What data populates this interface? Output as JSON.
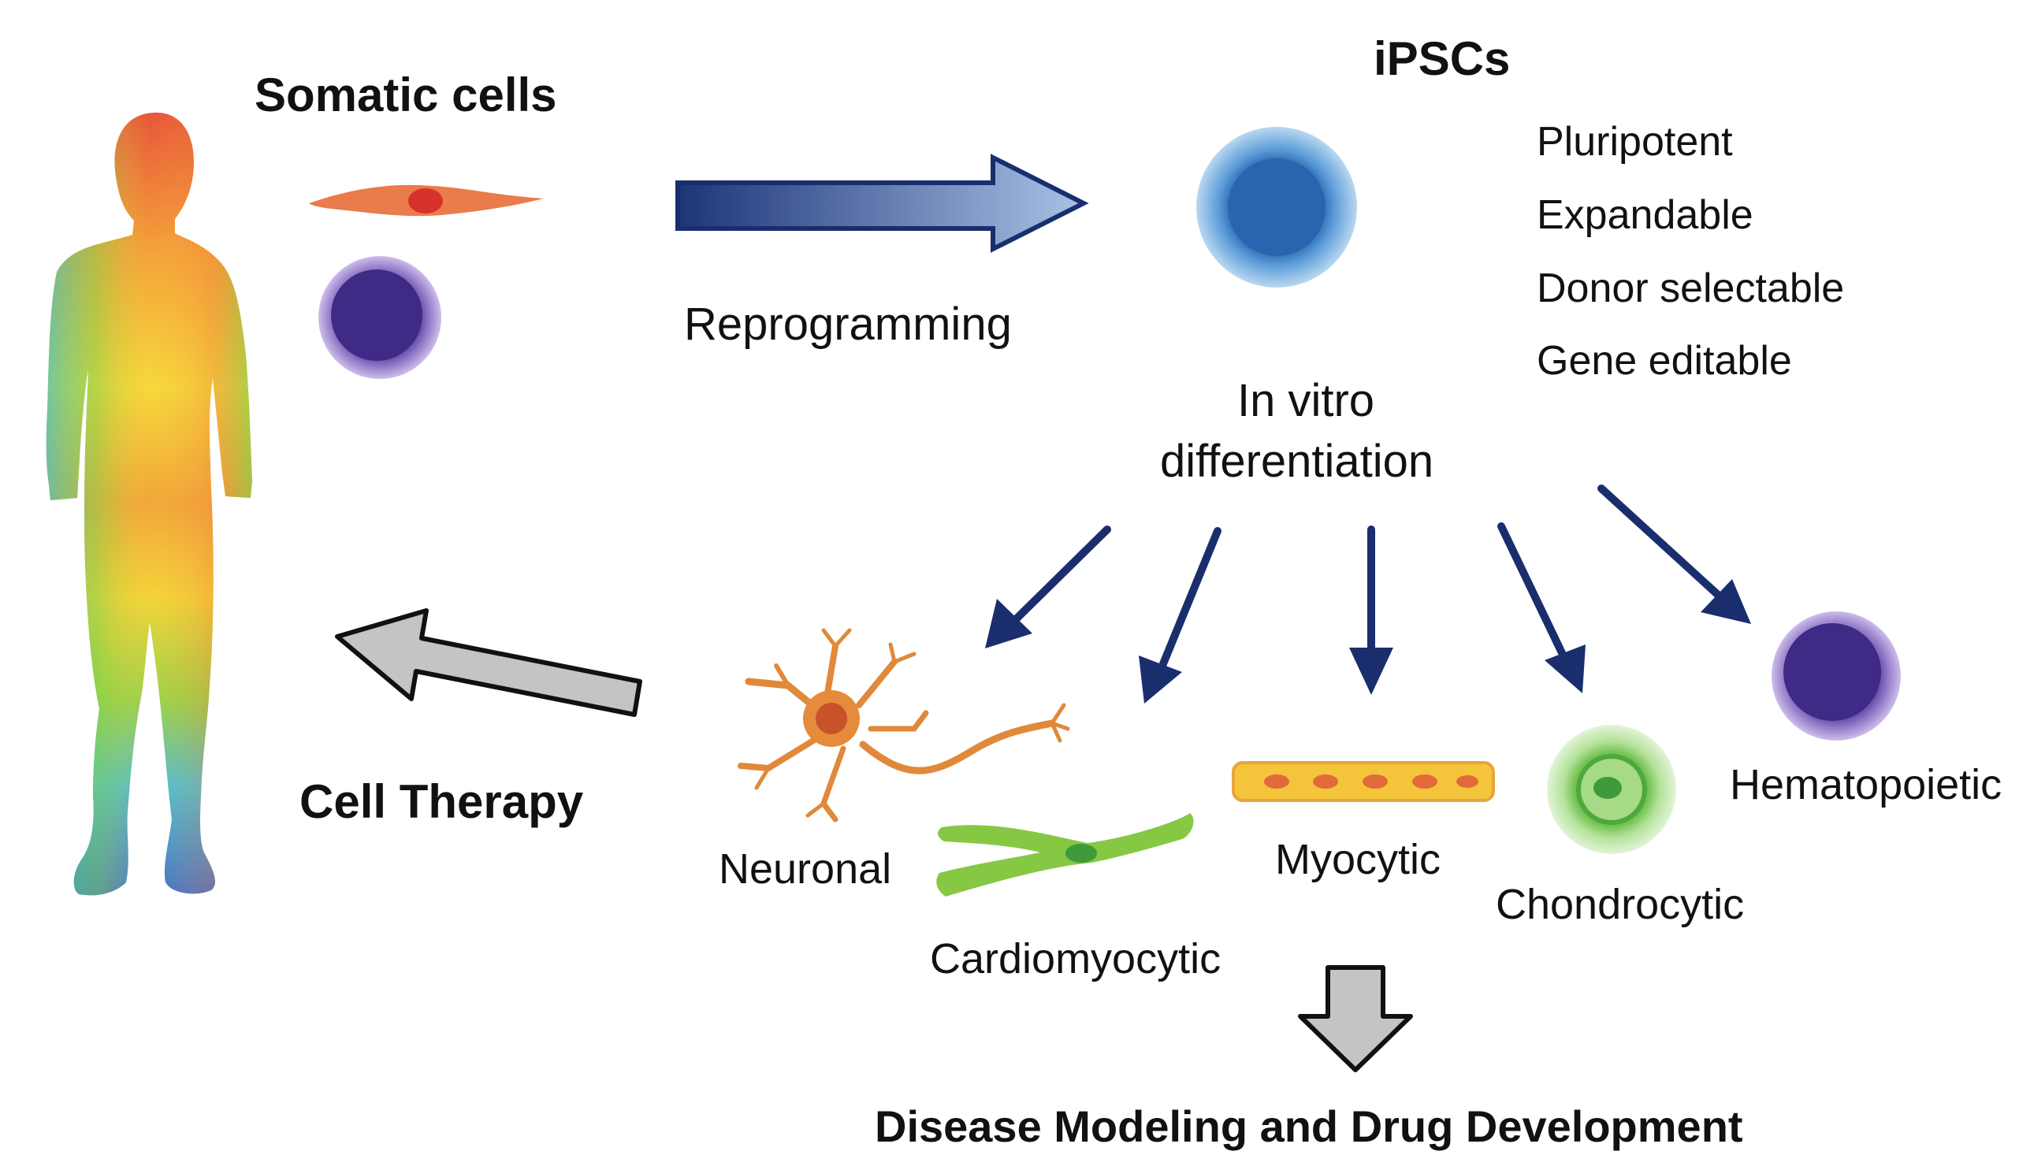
{
  "labels": {
    "somatic_cells": "Somatic cells",
    "reprogramming": "Reprogramming",
    "ipscs": "iPSCs",
    "properties": [
      "Pluripotent",
      "Expandable",
      "Donor selectable",
      "Gene editable"
    ],
    "in_vitro_line1": "In vitro",
    "in_vitro_line2": "differentiation",
    "cell_therapy": "Cell Therapy",
    "cell_types": [
      "Neuronal",
      "Cardiomyocytic",
      "Myocytic",
      "Chondrocytic",
      "Hematopoietic"
    ],
    "disease_modeling": "Disease Modeling and Drug Development"
  },
  "colors": {
    "arrow_dark": "#1a2e6e",
    "arrow_light": "#9bb7df",
    "gray_arrow": "#c4c4c4",
    "ipsc_blue": "#3d7fc4",
    "blood_purple": "#4b3593",
    "neuron_orange": "#e58b3a",
    "green_cell": "#7cc24a"
  }
}
